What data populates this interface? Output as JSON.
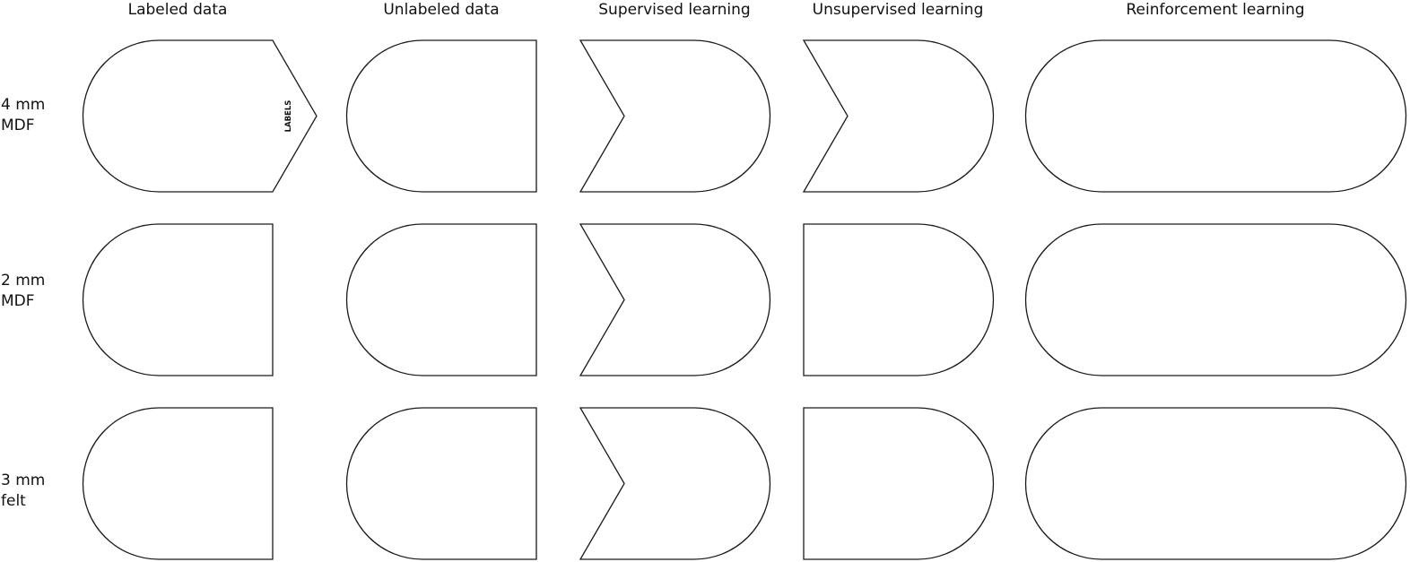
{
  "columns": [
    {
      "label": "Labeled data"
    },
    {
      "label": "Unlabeled data"
    },
    {
      "label": "Supervised learning"
    },
    {
      "label": "Unsupervised learning"
    },
    {
      "label": "Reinforcement learning"
    }
  ],
  "rows": [
    {
      "line1": "4 mm",
      "line2": "MDF"
    },
    {
      "line1": "2 mm",
      "line2": "MDF"
    },
    {
      "line1": "3 mm",
      "line2": "felt"
    }
  ],
  "shapes": {
    "labels_tag": "LABELS"
  }
}
